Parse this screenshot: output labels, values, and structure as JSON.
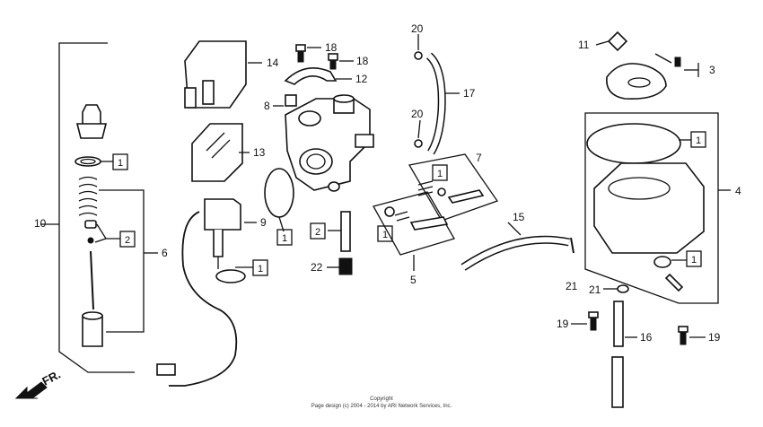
{
  "diagram": {
    "callouts": [
      "1",
      "2",
      "3",
      "4",
      "5",
      "6",
      "7",
      "8",
      "9",
      "10",
      "11",
      "12",
      "13",
      "14",
      "15",
      "16",
      "17",
      "18",
      "19",
      "20",
      "21",
      "22"
    ],
    "boxed_callouts": [
      "1",
      "2"
    ],
    "direction_label": "FR.",
    "copyright": {
      "line1": "Copyright",
      "line2": "Page design (c) 2004 - 2014 by ARI Network Services, Inc."
    }
  }
}
